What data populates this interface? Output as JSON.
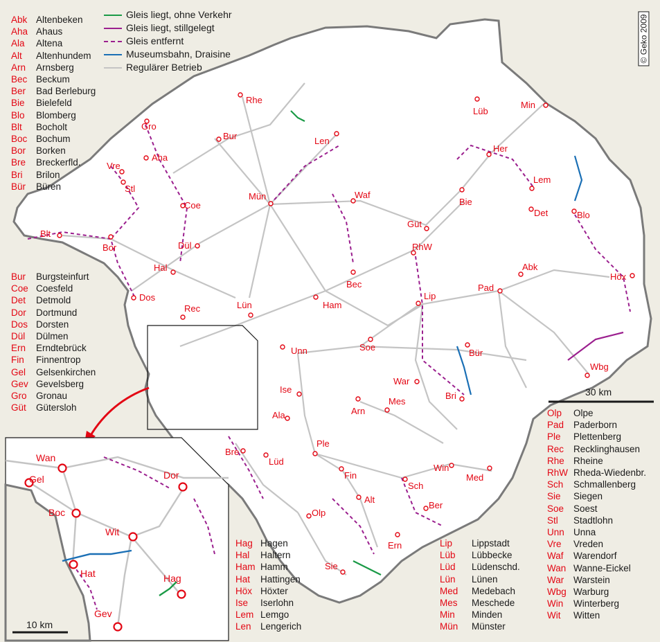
{
  "copyright": "© Geko 2009",
  "legend": [
    {
      "label": "Gleis liegt, ohne Verkehr",
      "color": "#1a9a46",
      "style": "solid"
    },
    {
      "label": "Gleis liegt, stillgelegt",
      "color": "#9b1f8e",
      "style": "solid"
    },
    {
      "label": "Gleis entfernt",
      "color": "#9b1f8e",
      "style": "dashed"
    },
    {
      "label": "Museumsbahn, Draisine",
      "color": "#1a6fb5",
      "style": "solid"
    },
    {
      "label": "Regulärer Betrieb",
      "color": "#c4c4c4",
      "style": "solid"
    }
  ],
  "abbreviations": {
    "group1": [
      [
        "Abk",
        "Altenbeken"
      ],
      [
        "Aha",
        "Ahaus"
      ],
      [
        "Ala",
        "Altena"
      ],
      [
        "Alt",
        "Altenhundem"
      ],
      [
        "Arn",
        "Arnsberg"
      ],
      [
        "Bec",
        "Beckum"
      ],
      [
        "Ber",
        "Bad Berleburg"
      ],
      [
        "Bie",
        "Bielefeld"
      ],
      [
        "Blo",
        "Blomberg"
      ],
      [
        "Blt",
        "Bocholt"
      ],
      [
        "Boc",
        "Bochum"
      ],
      [
        "Bor",
        "Borken"
      ],
      [
        "Bre",
        "Breckerfld."
      ],
      [
        "Bri",
        "Brilon"
      ],
      [
        "Bür",
        "Büren"
      ]
    ],
    "group2": [
      [
        "Bur",
        "Burgsteinfurt"
      ],
      [
        "Coe",
        "Coesfeld"
      ],
      [
        "Det",
        "Detmold"
      ],
      [
        "Dor",
        "Dortmund"
      ],
      [
        "Dos",
        "Dorsten"
      ],
      [
        "Dül",
        "Dülmen"
      ],
      [
        "Ern",
        "Erndtebrück"
      ],
      [
        "Fin",
        "Finnentrop"
      ],
      [
        "Gel",
        "Gelsenkirchen"
      ],
      [
        "Gev",
        "Gevelsberg"
      ],
      [
        "Gro",
        "Gronau"
      ],
      [
        "Güt",
        "Gütersloh"
      ]
    ],
    "group3": [
      [
        "Hag",
        "Hagen"
      ],
      [
        "Hal",
        "Haltern"
      ],
      [
        "Ham",
        "Hamm"
      ],
      [
        "Hat",
        "Hattingen"
      ],
      [
        "Höx",
        "Höxter"
      ],
      [
        "Ise",
        "Iserlohn"
      ],
      [
        "Lem",
        "Lemgo"
      ],
      [
        "Len",
        "Lengerich"
      ]
    ],
    "group4": [
      [
        "Lip",
        "Lippstadt"
      ],
      [
        "Lüb",
        "Lübbecke"
      ],
      [
        "Lüd",
        "Lüdenschd."
      ],
      [
        "Lün",
        "Lünen"
      ],
      [
        "Med",
        "Medebach"
      ],
      [
        "Mes",
        "Meschede"
      ],
      [
        "Min",
        "Minden"
      ],
      [
        "Mün",
        "Münster"
      ]
    ],
    "group5": [
      [
        "Olp",
        "Olpe"
      ],
      [
        "Pad",
        "Paderborn"
      ],
      [
        "Ple",
        "Plettenberg"
      ],
      [
        "Rec",
        "Recklinghausen"
      ],
      [
        "Rhe",
        "Rheine"
      ],
      [
        "RhW",
        "Rheda-Wiedenbr."
      ],
      [
        "Sch",
        "Schmallenberg"
      ],
      [
        "Sie",
        "Siegen"
      ],
      [
        "Soe",
        "Soest"
      ],
      [
        "Stl",
        "Stadtlohn"
      ],
      [
        "Unn",
        "Unna"
      ],
      [
        "Vre",
        "Vreden"
      ],
      [
        "Waf",
        "Warendorf"
      ],
      [
        "Wan",
        "Wanne-Eickel"
      ],
      [
        "War",
        "Warstein"
      ],
      [
        "Wbg",
        "Warburg"
      ],
      [
        "Win",
        "Winterberg"
      ],
      [
        "Wit",
        "Witten"
      ]
    ]
  },
  "scales": {
    "main": "30 km",
    "inset": "10 km"
  },
  "cities": [
    {
      "code": "Rhe"
    },
    {
      "code": "Gro"
    },
    {
      "code": "Bur"
    },
    {
      "code": "Len"
    },
    {
      "code": "Vre"
    },
    {
      "code": "Aha"
    },
    {
      "code": "Stl"
    },
    {
      "code": "Mün"
    },
    {
      "code": "Waf"
    },
    {
      "code": "Coe"
    },
    {
      "code": "Blt"
    },
    {
      "code": "Bor"
    },
    {
      "code": "Dül"
    },
    {
      "code": "Hal"
    },
    {
      "code": "Dos"
    },
    {
      "code": "Rec"
    },
    {
      "code": "Lün"
    },
    {
      "code": "Ham"
    },
    {
      "code": "Bec"
    },
    {
      "code": "RhW"
    },
    {
      "code": "Güt"
    },
    {
      "code": "Lüb"
    },
    {
      "code": "Min"
    },
    {
      "code": "Her"
    },
    {
      "code": "Bie"
    },
    {
      "code": "Lem"
    },
    {
      "code": "Det"
    },
    {
      "code": "Blo"
    },
    {
      "code": "Abk"
    },
    {
      "code": "Pad"
    },
    {
      "code": "Höx"
    },
    {
      "code": "Lip"
    },
    {
      "code": "Unn"
    },
    {
      "code": "Soe"
    },
    {
      "code": "Bür"
    },
    {
      "code": "War"
    },
    {
      "code": "Bri"
    },
    {
      "code": "Wbg"
    },
    {
      "code": "Ise"
    },
    {
      "code": "Arn"
    },
    {
      "code": "Mes"
    },
    {
      "code": "Ala"
    },
    {
      "code": "Ple"
    },
    {
      "code": "Bre"
    },
    {
      "code": "Lüd"
    },
    {
      "code": "Fin"
    },
    {
      "code": "Sch"
    },
    {
      "code": "Win"
    },
    {
      "code": "Med"
    },
    {
      "code": "Alt"
    },
    {
      "code": "Olp"
    },
    {
      "code": "Ber"
    },
    {
      "code": "Ern"
    },
    {
      "code": "Sie"
    }
  ],
  "inset_cities": [
    {
      "code": "Wan"
    },
    {
      "code": "Gel"
    },
    {
      "code": "Dor"
    },
    {
      "code": "Boc"
    },
    {
      "code": "Wit"
    },
    {
      "code": "Hat"
    },
    {
      "code": "Hag"
    },
    {
      "code": "Gev"
    }
  ],
  "colors": {
    "red": "#e30613",
    "land": "#ffffff",
    "outside": "#efede4",
    "border": "#7a7a7a"
  }
}
